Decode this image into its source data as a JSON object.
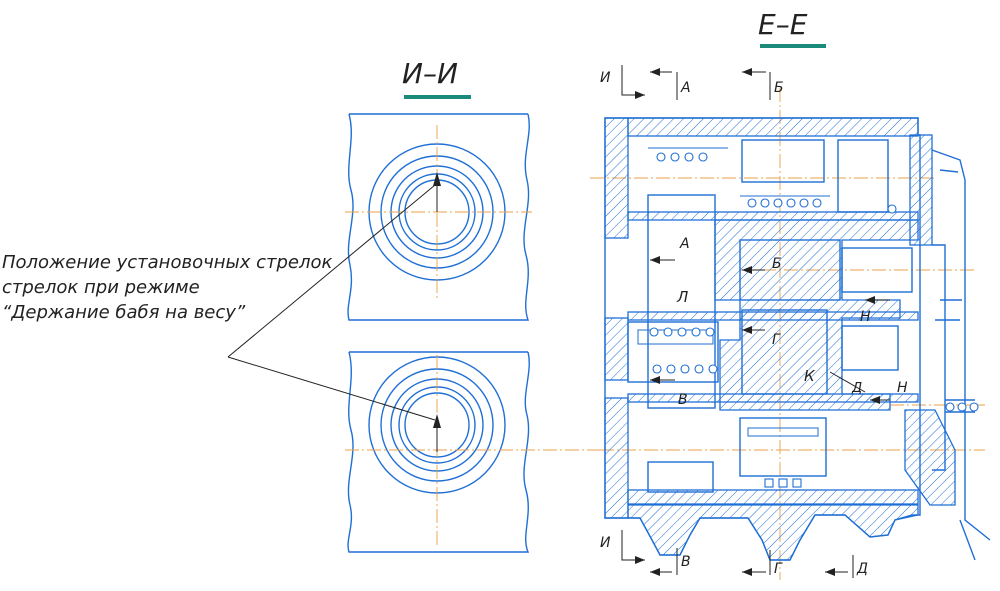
{
  "views": {
    "section_ii": "И–И",
    "section_ee": "Е–Е"
  },
  "colors": {
    "outline": "#1f6fd6",
    "axis": "#e8a04a",
    "title_underline": "#1a8a7a",
    "ink": "#222222"
  },
  "callout": {
    "line1": "Положение установочных стрелок",
    "line2": "стрелок при режиме",
    "line3": "“Держание бабя на весу”"
  },
  "cut_marks": {
    "i": "И",
    "a": "А",
    "b": "Б",
    "v": "В",
    "g": "Г",
    "d": "Д"
  },
  "zones": {
    "a": "А",
    "b": "Б",
    "l": "Л",
    "g": "Г",
    "k": "К",
    "n_top": "Н",
    "n_bottom": "Н",
    "d": "Д",
    "v": "В"
  }
}
